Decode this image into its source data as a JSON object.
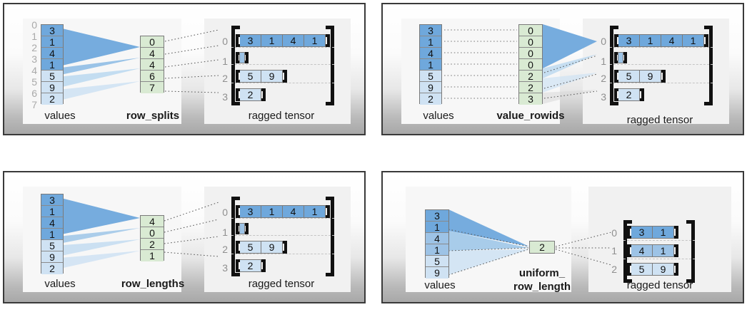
{
  "panels": [
    {
      "id": "row-splits",
      "values_label": "values",
      "partition_label": "row_splits",
      "tensor_label": "ragged tensor",
      "values": [
        3,
        1,
        4,
        1,
        5,
        9,
        2
      ],
      "value_index_labels": [
        "0",
        "1",
        "2",
        "3",
        "4",
        "5",
        "6",
        "7"
      ],
      "partition": [
        "0",
        "4",
        "4",
        "6",
        "7"
      ],
      "row_index_labels": [
        "0",
        "1",
        "2",
        "3"
      ],
      "rows": [
        [
          3,
          1,
          4,
          1
        ],
        [],
        [
          5,
          9
        ],
        [
          2
        ]
      ]
    },
    {
      "id": "value-rowids",
      "values_label": "values",
      "partition_label": "value_rowids",
      "tensor_label": "ragged tensor",
      "values": [
        3,
        1,
        4,
        1,
        5,
        9,
        2
      ],
      "partition": [
        "0",
        "0",
        "0",
        "0",
        "2",
        "2",
        "3"
      ],
      "row_index_labels": [
        "0",
        "1",
        "2",
        "3"
      ],
      "rows": [
        [
          3,
          1,
          4,
          1
        ],
        [],
        [
          5,
          9
        ],
        [
          2
        ]
      ]
    },
    {
      "id": "row-lengths",
      "values_label": "values",
      "partition_label": "row_lengths",
      "tensor_label": "ragged tensor",
      "values": [
        3,
        1,
        4,
        1,
        5,
        9,
        2
      ],
      "partition": [
        "4",
        "0",
        "2",
        "1"
      ],
      "row_index_labels": [
        "0",
        "1",
        "2",
        "3"
      ],
      "rows": [
        [
          3,
          1,
          4,
          1
        ],
        [],
        [
          5,
          9
        ],
        [
          2
        ]
      ]
    },
    {
      "id": "uniform-row-length",
      "values_label": "values",
      "partition_label": "uniform_\nrow_length",
      "tensor_label": "ragged tensor",
      "values": [
        3,
        1,
        4,
        1,
        5,
        9
      ],
      "partition": [
        "2"
      ],
      "row_index_labels": [
        "0",
        "1",
        "2"
      ],
      "rows": [
        [
          3,
          1
        ],
        [
          4,
          1
        ],
        [
          5,
          9
        ]
      ]
    }
  ],
  "colors": {
    "value_dark": "#6fa8dc",
    "value_mid": "#9dc3e6",
    "value_light": "#cfe2f3",
    "partition_green": "#d9ead3",
    "cell_border": "#7a7a7a",
    "panel_border": "#3a3a3a",
    "index_gray": "#a9a9a9",
    "fan_dark": "#6fa8dc",
    "fan_light": "#cfe2f3"
  }
}
